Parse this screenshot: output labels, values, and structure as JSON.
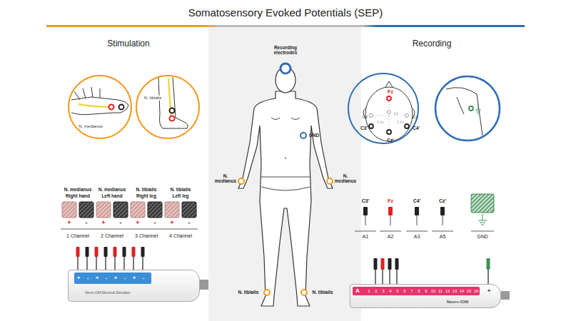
{
  "diagram": {
    "title": "Somatosensory Evoked Potentials (SEP)",
    "nodes": [
      {
        "text": [
          "N. medianus"
        ]
      },
      {
        "text": [
          "N. tibialis"
        ]
      },
      {
        "text": [
          "+",
          "-",
          "+",
          "-",
          "+",
          "-",
          "+",
          "-",
          "Neuro-IOM Electrical Stimulator"
        ]
      },
      {
        "text": [
          "Fz",
          "Cz",
          "C3",
          "C4",
          "C3'",
          "C4'",
          "Cz'",
          "2 cm",
          "2 cm"
        ]
      },
      {
        "text": [
          "A",
          "1",
          "2",
          "3",
          "4",
          "5",
          "6",
          "7",
          "8",
          "9",
          "10",
          "11",
          "12",
          "13",
          "14",
          "15",
          "16",
          "+",
          "Neuro-IOM"
        ]
      }
    ],
    "labels": [
      "Stimulation",
      "Recording",
      "Recording electrodes",
      "GND",
      "N. medianus",
      "N. medianus",
      "N. tibialis",
      "N. tibialis",
      "N. medianus",
      "Right hand",
      "N. medianus",
      "Left hand",
      "N. tibialis",
      "Right leg",
      "N. tibialis",
      "Left leg",
      "+",
      "-",
      "+",
      "-",
      "+",
      "-",
      "+",
      "-",
      "1 Channel",
      "2 Channel",
      "3 Channel",
      "4 Channel",
      "C3'",
      "Fz",
      "C4'",
      "Cz'",
      "A1",
      "A2",
      "A3",
      "A5",
      "GND"
    ]
  }
}
